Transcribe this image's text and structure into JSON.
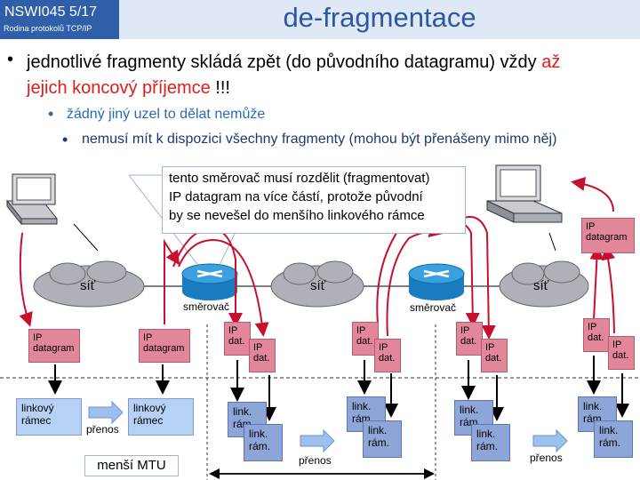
{
  "header": {
    "course_code": "NSWI045   5/17",
    "course_subtitle": "Rodina protokolů TCP/IP",
    "title": "de-fragmentace"
  },
  "bullets": {
    "b1_part1": "jednotlivé fragmenty skládá zpět (do původního datagramu) vždy ",
    "b1_red1": "až",
    "b1_red2": "jejich koncový příjemce",
    "b1_tail": " !!!",
    "b2": "žádný jiný uzel to dělat nemůže",
    "b3": "nemusí mít k dispozici všechny fragmenty (mohou být přenášeny mimo něj)"
  },
  "callout": {
    "line1": "tento směrovač musí rozdělit (fragmentovat)",
    "line2": "IP datagram na více částí, protože původní",
    "line3": "by se nevešel do menšího linkového rámce"
  },
  "network": {
    "cloud_label": "síť",
    "router_label": "směrovač"
  },
  "packets": {
    "ip": "IP",
    "datagram": "datagram",
    "dat": "dat."
  },
  "frames": {
    "linkovy": "linkový",
    "ramec": "rámec",
    "link": "link.",
    "ram": "rám.",
    "prenos": "přenos"
  },
  "mtu_label": "menší MTU",
  "colors": {
    "header_blue": "#2e5fa8",
    "title_text": "#2d57a3",
    "packet_pink": "#e2869a",
    "frame_light_blue": "#b7d0f5",
    "frame_navy": "#8ea5d8",
    "arrow_red": "#c8102e",
    "emphasis_red": "#e01b1b"
  }
}
